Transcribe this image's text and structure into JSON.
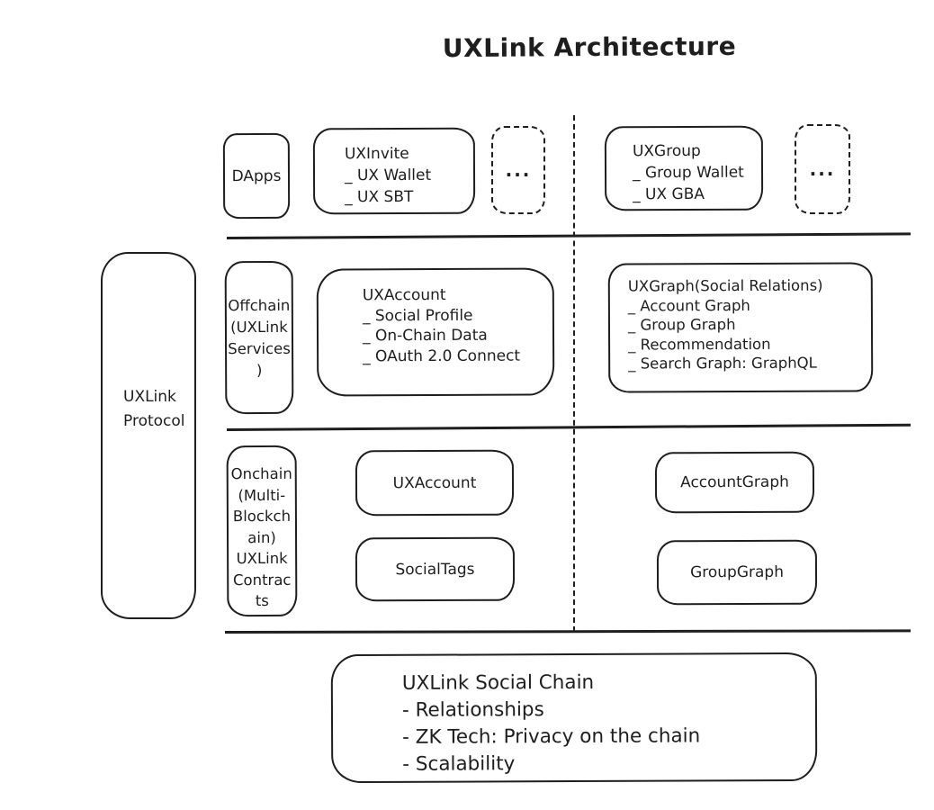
{
  "title": "UXLink Architecture",
  "colors": {
    "ink": "#1e1e1e",
    "background": "#ffffff"
  },
  "protocol_spine": {
    "lines": [
      "UXLink",
      "Protocol"
    ]
  },
  "top_row": {
    "dapps": {
      "label": "DApps"
    },
    "uxinvite": {
      "lines": [
        "UXInvite",
        "_ UX Wallet",
        "_ UX SBT"
      ]
    },
    "ellipsis_left": "...",
    "uxgroup": {
      "lines": [
        "UXGroup",
        "_ Group Wallet",
        "_ UX GBA"
      ]
    },
    "ellipsis_right": "..."
  },
  "offchain_row": {
    "sidebar": {
      "lines": [
        "Offchain",
        "(UXLink",
        "Services",
        ")"
      ]
    },
    "uxaccount": {
      "lines": [
        "UXAccount",
        "_ Social Profile",
        "_ On-Chain Data",
        "_ OAuth 2.0 Connect"
      ]
    },
    "uxgraph": {
      "lines": [
        "UXGraph(Social Relations)",
        "_ Account Graph",
        "_ Group Graph",
        "_ Recommendation",
        "_ Search Graph: GraphQL"
      ]
    }
  },
  "onchain_row": {
    "sidebar": {
      "lines": [
        "Onchain",
        "(Multi-",
        "Blockch",
        "ain)",
        "UXLink",
        "Contrac",
        "ts"
      ]
    },
    "uxaccount_label": "UXAccount",
    "socialtags_label": "SocialTags",
    "accountgraph_label": "AccountGraph",
    "groupgraph_label": "GroupGraph"
  },
  "social_chain": {
    "lines": [
      "UXLink Social Chain",
      "- Relationships",
      "- ZK Tech: Privacy on the chain",
      "- Scalability"
    ]
  }
}
